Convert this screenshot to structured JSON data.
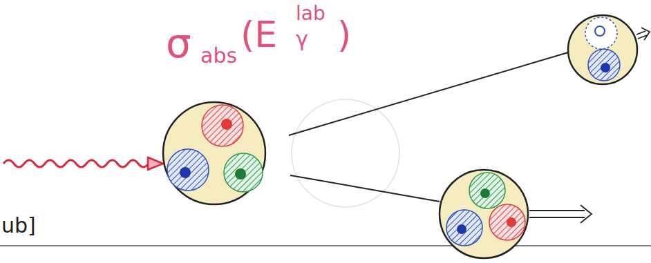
{
  "diagram": {
    "labels": [
      "σ",
      "abs",
      "(E",
      "lab",
      "γ",
      ")",
      "ub]"
    ]
  }
}
